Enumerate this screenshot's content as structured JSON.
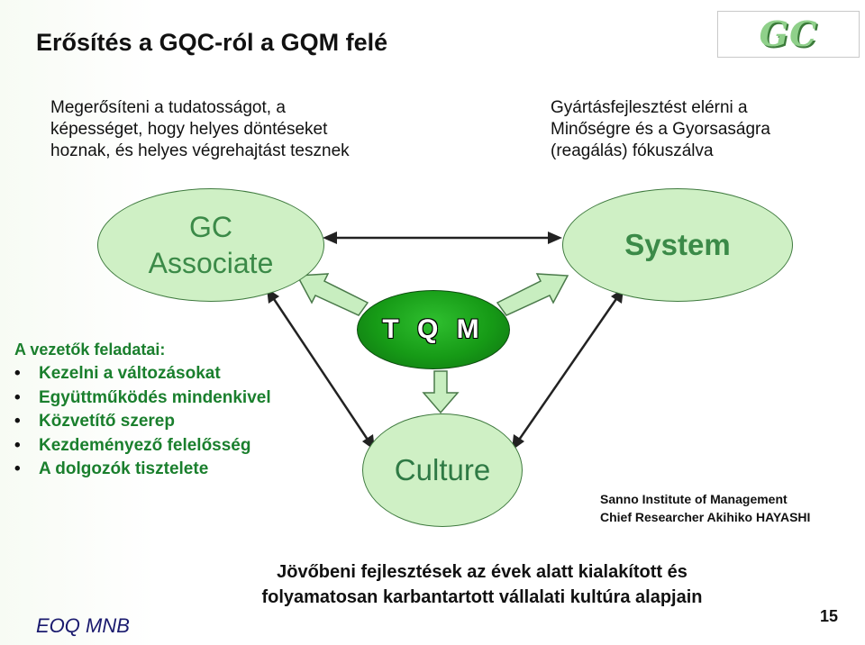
{
  "title": "Erősítés a GQC-ról a GQM felé",
  "logo_text": "GC",
  "left_text": {
    "lines": [
      "Megerősíteni a tudatosságot, a",
      "képességet, hogy helyes döntéseket",
      "hoznak, és helyes végrehajtást tesznek"
    ]
  },
  "right_text": {
    "lines": [
      "Gyártásfejlesztést elérni a",
      "Minőségre és a Gyorsaságra",
      "(reagálás) fókuszálva"
    ]
  },
  "ovals": {
    "gc_associate": [
      "GC",
      "Associate"
    ],
    "system": "System",
    "tqm": "T Q M",
    "culture": "Culture"
  },
  "duties": {
    "heading": "A vezetők feladatai:",
    "items": [
      "Kezelni a változásokat",
      "Együttműködés mindenkivel",
      "Közvetítő szerep",
      "Kezdeményező felelősség",
      "A dolgozók tisztelete"
    ]
  },
  "reference": {
    "lines": [
      "Sanno Institute of Management",
      "Chief Researcher Akihiko HAYASHI"
    ]
  },
  "bottom_note": {
    "lines": [
      "Jövőbeni fejlesztések az évek alatt kialakított és",
      "folyamatosan karbantartott vállalati kultúra alapjain"
    ]
  },
  "footer_left": "EOQ MNB",
  "page_number": "15",
  "colors": {
    "oval_fill": "#cff0c5",
    "oval_text": "#3b8a48",
    "tqm_fill": "#169a16",
    "duties_text": "#1a7f2d",
    "arrow_fill": "#c8eec0"
  }
}
